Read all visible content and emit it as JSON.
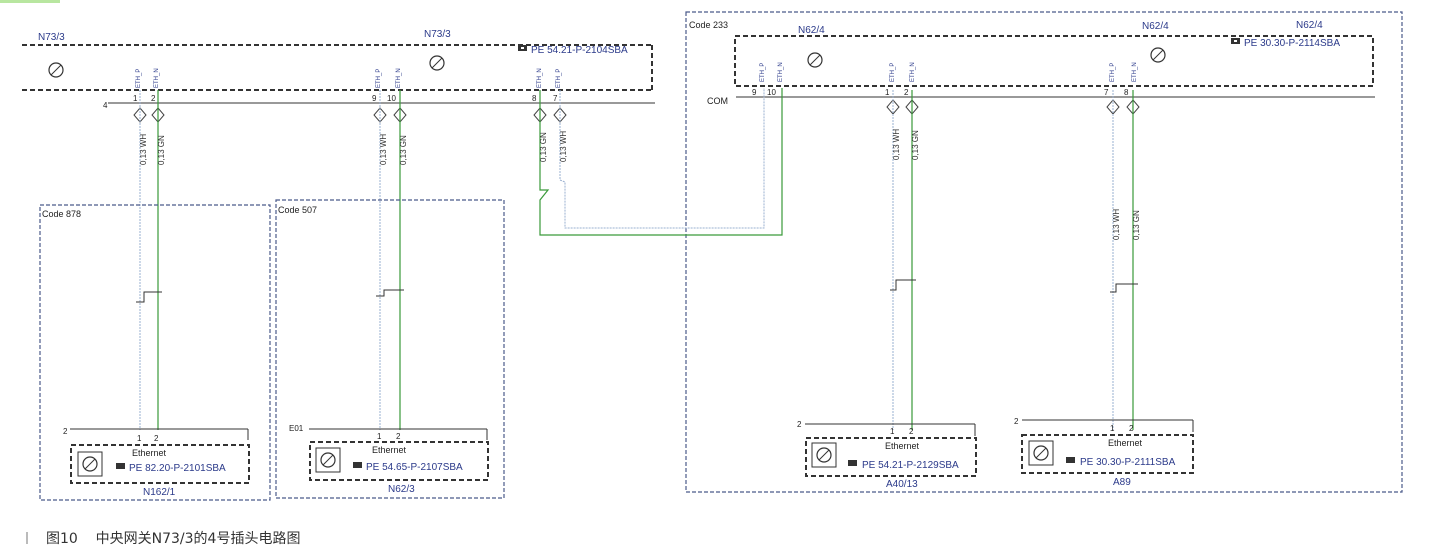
{
  "modules": {
    "n73_3": {
      "label_left": "N73/3",
      "label_center": "N73/3",
      "ref": "PE 54.21-P-2104SBA",
      "connector": "4",
      "pins": [
        {
          "num": "1",
          "sig": "ETH_P"
        },
        {
          "num": "2",
          "sig": "ETH_N"
        },
        {
          "num": "9",
          "sig": "ETH_P"
        },
        {
          "num": "10",
          "sig": "ETH_N"
        },
        {
          "num": "8",
          "sig": "ETH_N"
        },
        {
          "num": "7",
          "sig": "ETH_P"
        }
      ]
    },
    "code233": {
      "code": "Code 233",
      "label_a": "N62/4",
      "label_b": "N62/4",
      "label_c": "N62/4",
      "ref": "PE 30.30-P-2114SBA",
      "com": "COM",
      "pins": [
        {
          "num": "9",
          "sig": "ETH_P"
        },
        {
          "num": "10",
          "sig": "ETH_N"
        },
        {
          "num": "1",
          "sig": "ETH_P"
        },
        {
          "num": "2",
          "sig": "ETH_N"
        },
        {
          "num": "7",
          "sig": "ETH_P"
        },
        {
          "num": "8",
          "sig": "ETH_N"
        }
      ]
    },
    "code878": {
      "code": "Code 878",
      "connector": "2",
      "title": "Ethernet",
      "ref": "PE 82.20-P-2101SBA",
      "name": "N162/1",
      "pin1": "1",
      "pin2": "2"
    },
    "code507": {
      "code": "Code 507",
      "connector": "E01",
      "title": "Ethernet",
      "ref": "PE 54.65-P-2107SBA",
      "name": "N62/3",
      "pin1": "1",
      "pin2": "2"
    },
    "a40_13": {
      "connector": "2",
      "title": "Ethernet",
      "ref": "PE 54.21-P-2129SBA",
      "name": "A40/13",
      "pin1": "1",
      "pin2": "2"
    },
    "a89": {
      "connector": "2",
      "title": "Ethernet",
      "ref": "PE 30.30-P-2111SBA",
      "name": "A89",
      "pin1": "1",
      "pin2": "2"
    }
  },
  "wires": {
    "w1": "0,13 WH",
    "w2": "0,13 GN",
    "w3": "0,13 WH",
    "w4": "0,13 GN",
    "w5": "0,13 GN",
    "w6": "0,13 WH",
    "w7": "0,13 WH",
    "w8": "0,13 GN",
    "w9": "0,13 WH",
    "w10": "0,13 GN"
  },
  "caption": {
    "fig": "图10",
    "text": "中央网关N73/3的4号插头电路图"
  }
}
